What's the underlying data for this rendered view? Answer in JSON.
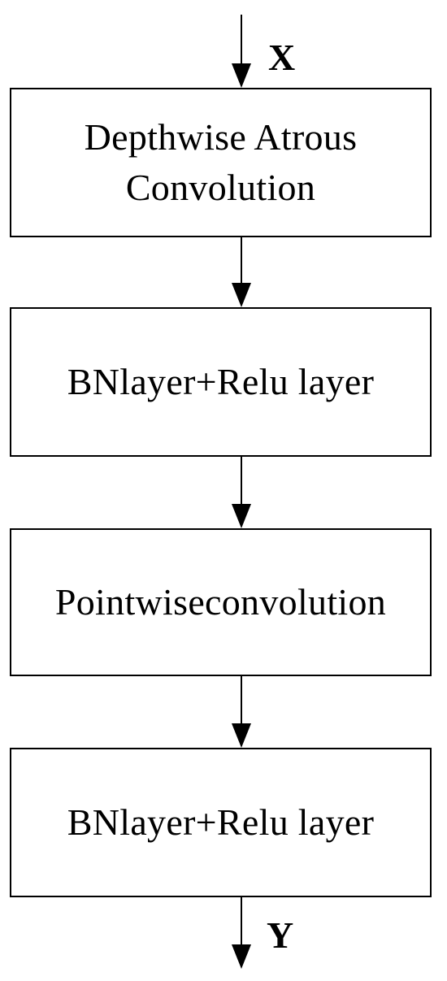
{
  "diagram": {
    "input_label": "X",
    "output_label": "Y",
    "blocks": [
      {
        "lines": [
          "Depthwise Atrous",
          "Convolution"
        ]
      },
      {
        "lines": [
          "BNlayer+Relu layer"
        ]
      },
      {
        "lines": [
          "Pointwiseconvolution"
        ]
      },
      {
        "lines": [
          "BNlayer+Relu layer"
        ]
      }
    ]
  }
}
